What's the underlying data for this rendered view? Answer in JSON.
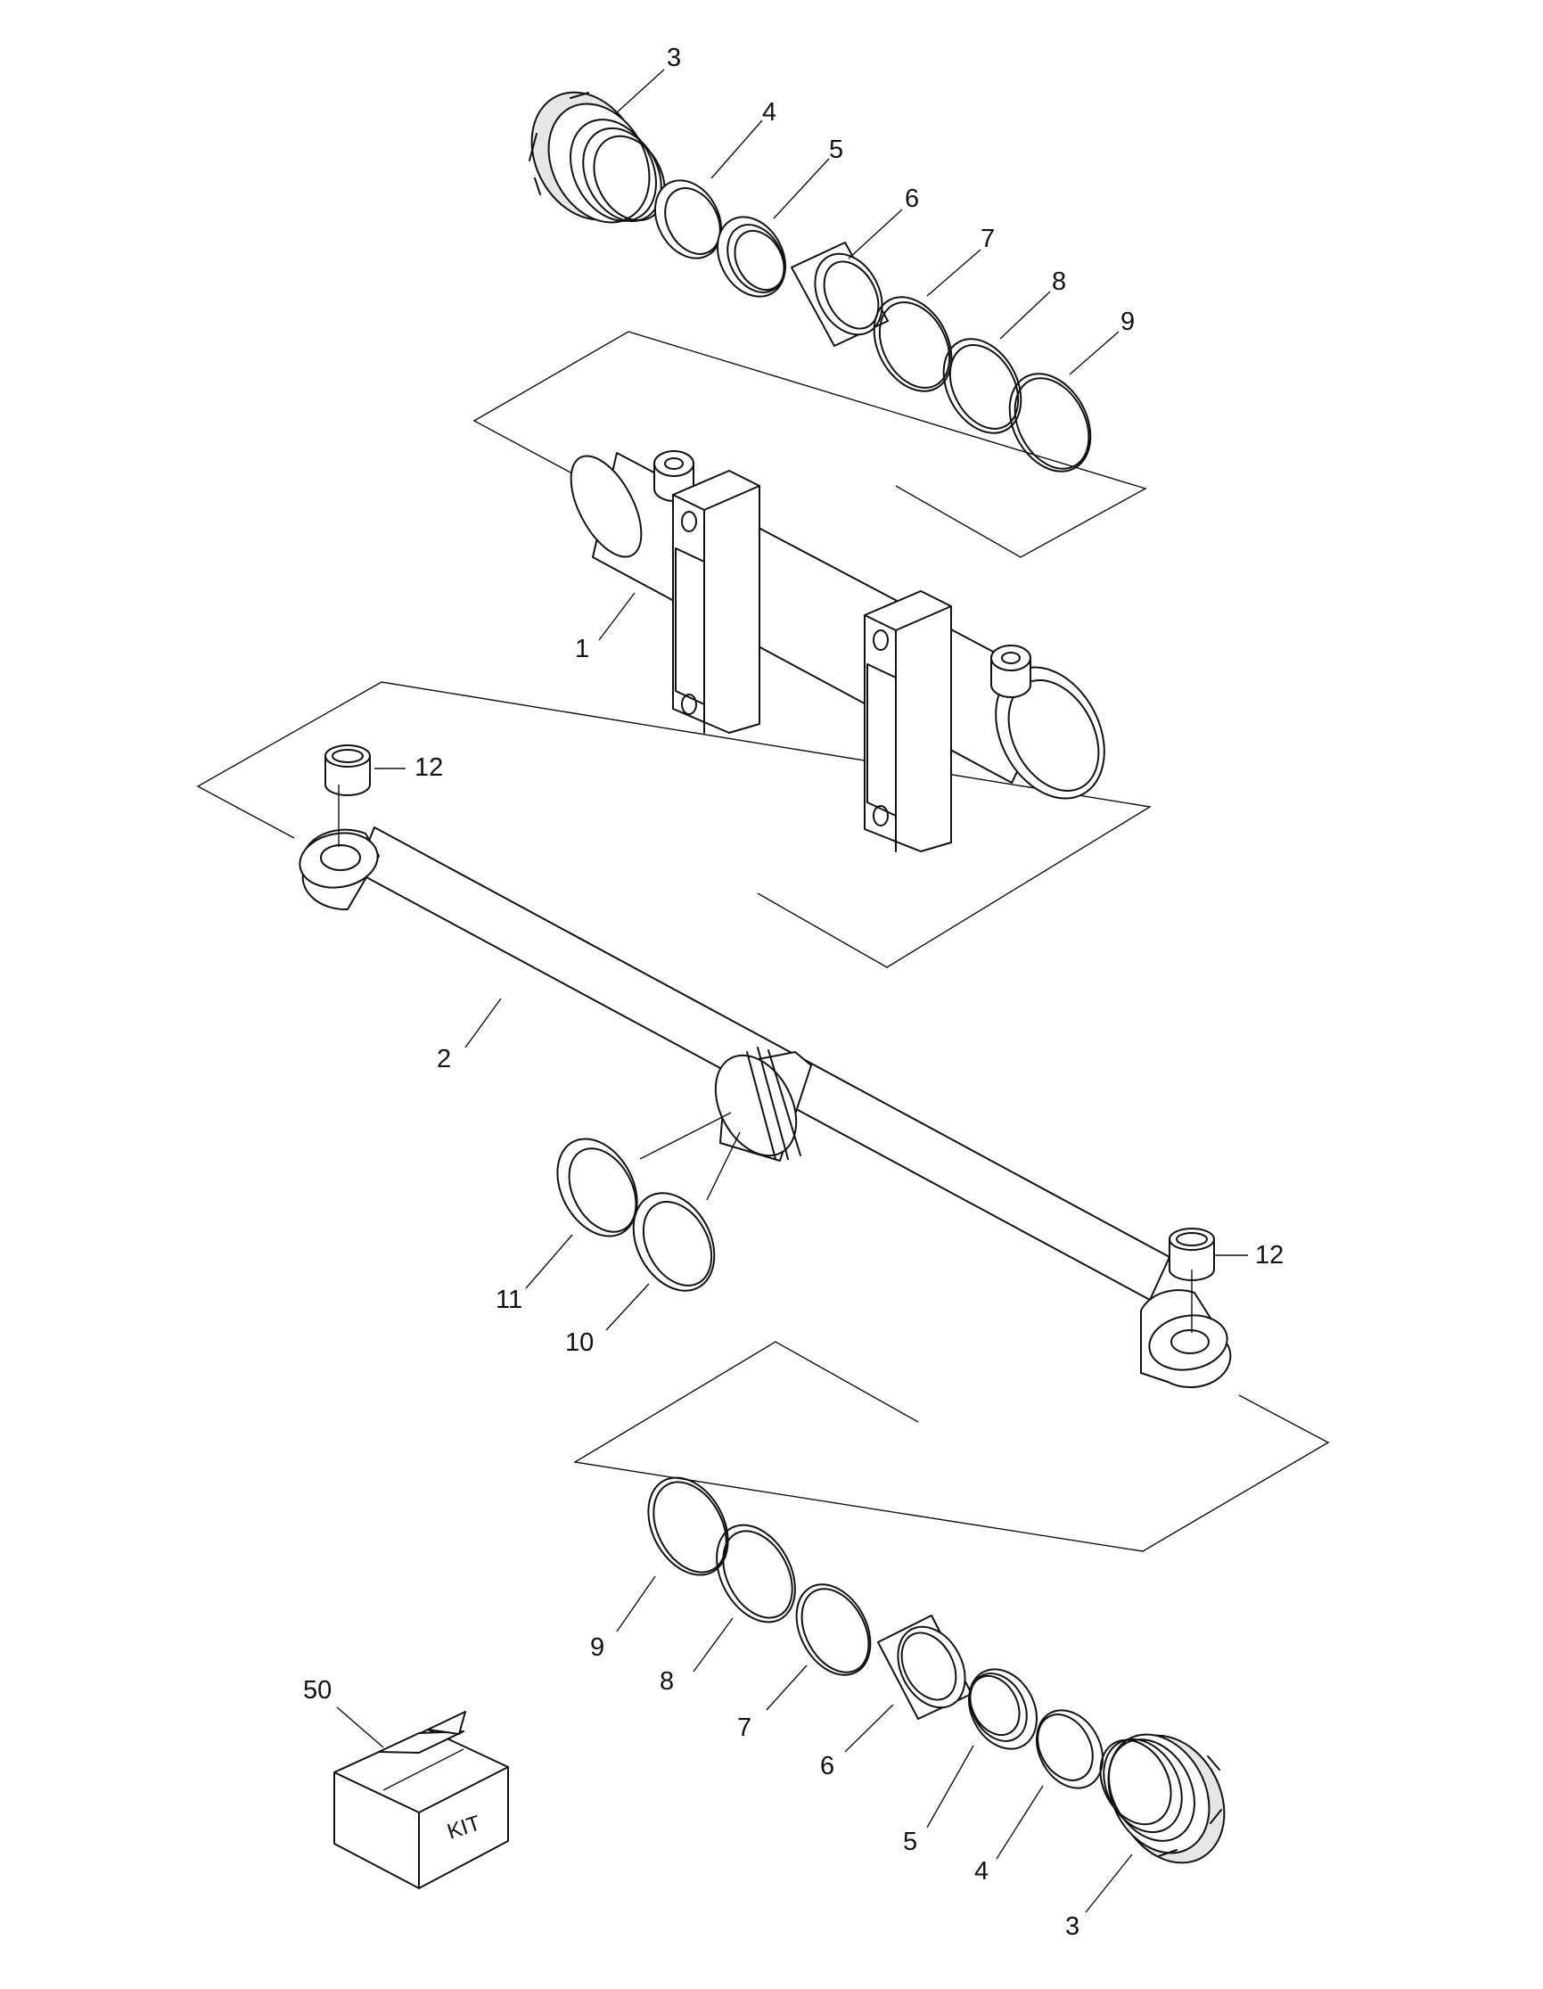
{
  "labels": {
    "top_3": "3",
    "top_4": "4",
    "top_5": "5",
    "top_6": "6",
    "top_7": "7",
    "top_8": "8",
    "top_9": "9",
    "barrel_1": "1",
    "rod_2": "2",
    "bush_12_top": "12",
    "bush_12_bottom": "12",
    "piston_11": "11",
    "piston_10": "10",
    "bot_9": "9",
    "bot_8": "8",
    "bot_7": "7",
    "bot_6": "6",
    "bot_5": "5",
    "bot_4": "4",
    "bot_3": "3",
    "kit_50": "50"
  },
  "kit_box_text": "KIT",
  "colors": {
    "line": "#111111",
    "background": "#ffffff",
    "shade": "#e6e6e6"
  }
}
